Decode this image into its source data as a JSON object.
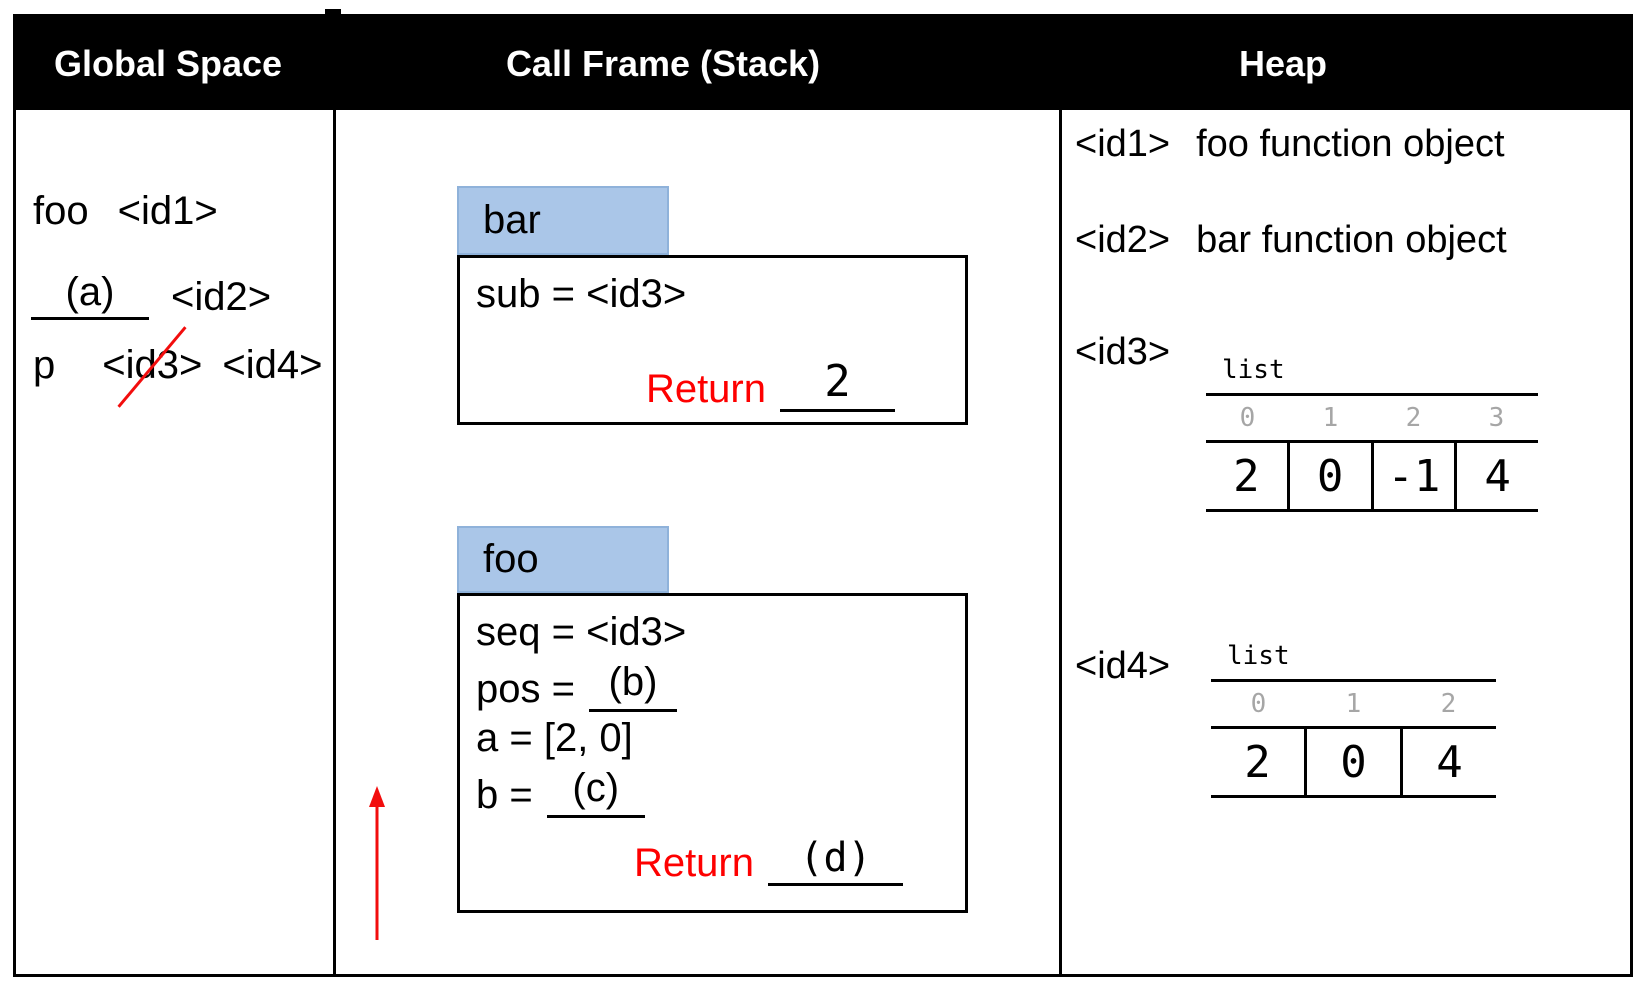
{
  "header": {
    "global": "Global Space",
    "stack": "Call Frame (Stack)",
    "heap": "Heap"
  },
  "global_space": {
    "row1": {
      "name": "foo",
      "value": "<id1>"
    },
    "row2": {
      "blank": "(a)",
      "value": "<id2>"
    },
    "row3": {
      "name": "p",
      "struck_value": "<id3>",
      "value": "<id4>"
    }
  },
  "stack": {
    "bar_frame": {
      "title": "bar",
      "line1": "sub = <id3>",
      "return_label": "Return",
      "return_value": "2"
    },
    "foo_frame": {
      "title": "foo",
      "line1": "seq = <id3>",
      "line2_name": "pos =",
      "line2_blank": "(b)",
      "line3": "a = [2, 0]",
      "line4_name": "b =",
      "line4_blank": "(c)",
      "return_label": "Return",
      "return_value": "(d)"
    }
  },
  "heap": {
    "id1": {
      "ref": "<id1>",
      "desc": "foo function object"
    },
    "id2": {
      "ref": "<id2>",
      "desc": "bar function object"
    },
    "id3": {
      "ref": "<id3>",
      "type_label": "list",
      "indices": [
        "0",
        "1",
        "2",
        "3"
      ],
      "values": [
        "2",
        "0",
        "-1",
        "4"
      ]
    },
    "id4": {
      "ref": "<id4>",
      "type_label": "list",
      "indices": [
        "0",
        "1",
        "2"
      ],
      "values": [
        "2",
        "0",
        "4"
      ]
    }
  },
  "colors": {
    "tab_fill": "#aac6e8",
    "tab_border": "#8fb2da",
    "red": "#f20d0d",
    "index_gray": "#a6a6a6"
  }
}
